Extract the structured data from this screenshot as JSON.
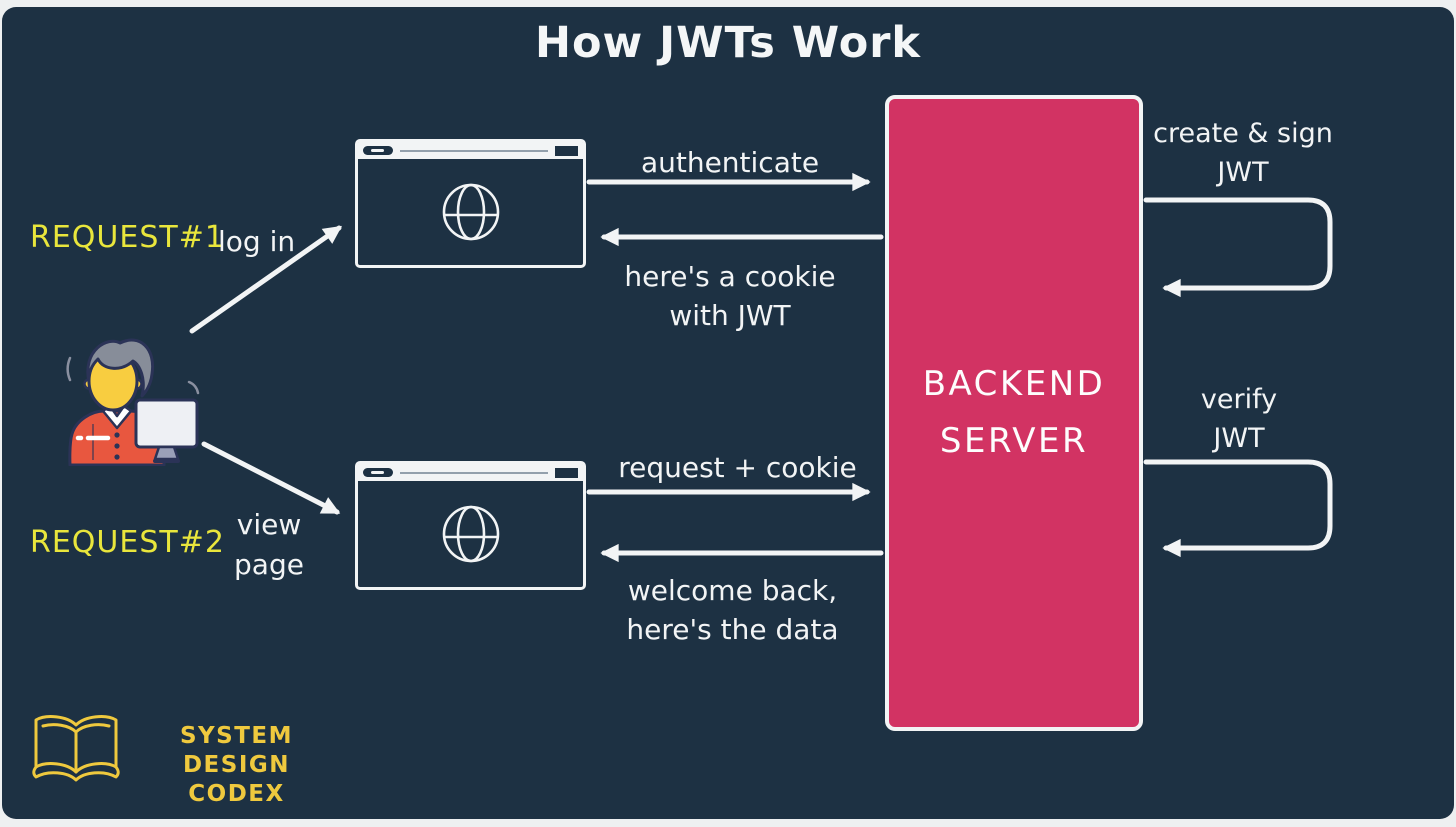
{
  "title": "How JWTs Work",
  "request1": {
    "label": "REQUEST#1",
    "action": "log in"
  },
  "request2": {
    "label": "REQUEST#2",
    "action_line1": "view",
    "action_line2": "page"
  },
  "flow1": {
    "to_server": "authenticate",
    "from_server_line1": "here's a cookie",
    "from_server_line2": "with JWT"
  },
  "flow2": {
    "to_server": "request + cookie",
    "from_server_line1": "welcome back,",
    "from_server_line2": "here's the data"
  },
  "server": {
    "line1": "BACKEND",
    "line2": "SERVER"
  },
  "server_ops": {
    "op1_line1": "create & sign",
    "op1_line2": "JWT",
    "op2_line1": "verify",
    "op2_line2": "JWT"
  },
  "logo": {
    "line1": "SYSTEM DESIGN",
    "line2": "CODEX"
  },
  "icons": {
    "user": "user-at-computer-icon",
    "browser": "browser-window-icon",
    "globe": "globe-icon",
    "logo": "open-book-icon"
  },
  "colors": {
    "card_background": "#1d3143",
    "outer_background": "#eef0f1",
    "server_pink": "#d23363",
    "accent_yellow": "#e9e63c",
    "logo_gold": "#efc93e",
    "line_white": "#f2f4f5"
  }
}
